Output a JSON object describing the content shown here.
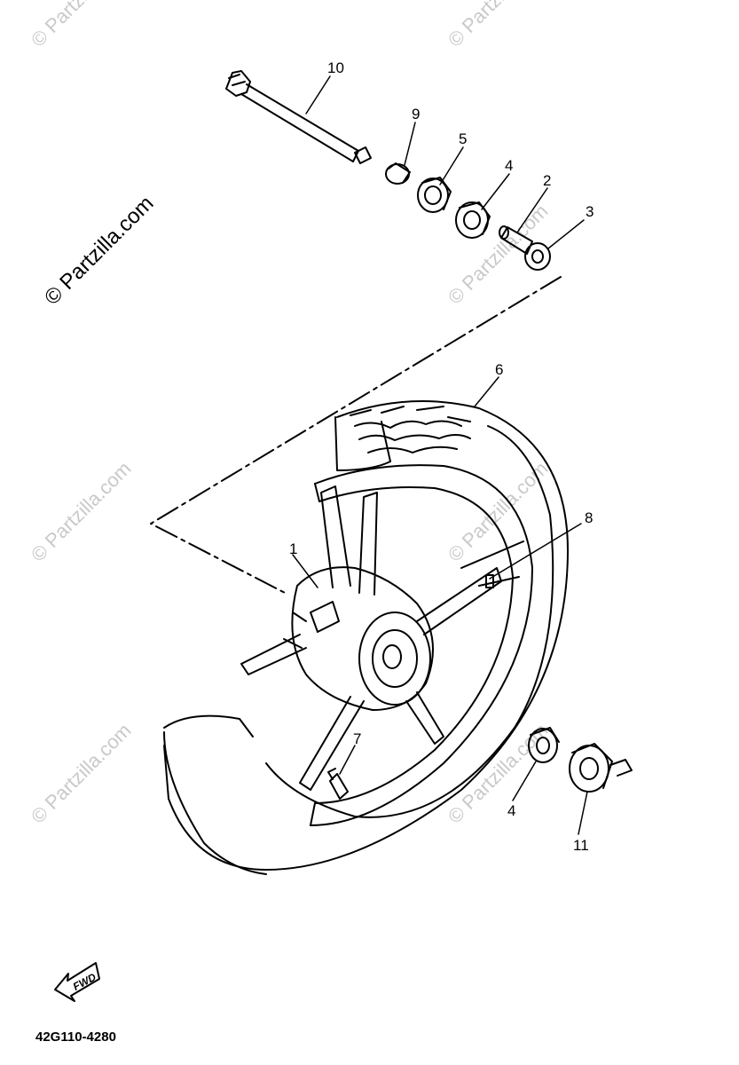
{
  "watermark": "© Partzilla.com",
  "part_number": "42G110-4280",
  "fwd_label": "FWD",
  "callouts": {
    "c1": "1",
    "c2": "2",
    "c3": "3",
    "c4a": "4",
    "c4b": "4",
    "c5": "5",
    "c6": "6",
    "c7": "7",
    "c8": "8",
    "c9": "9",
    "c10": "10",
    "c11": "11"
  },
  "colors": {
    "line": "#000000",
    "watermark": "#c9c9c9"
  }
}
